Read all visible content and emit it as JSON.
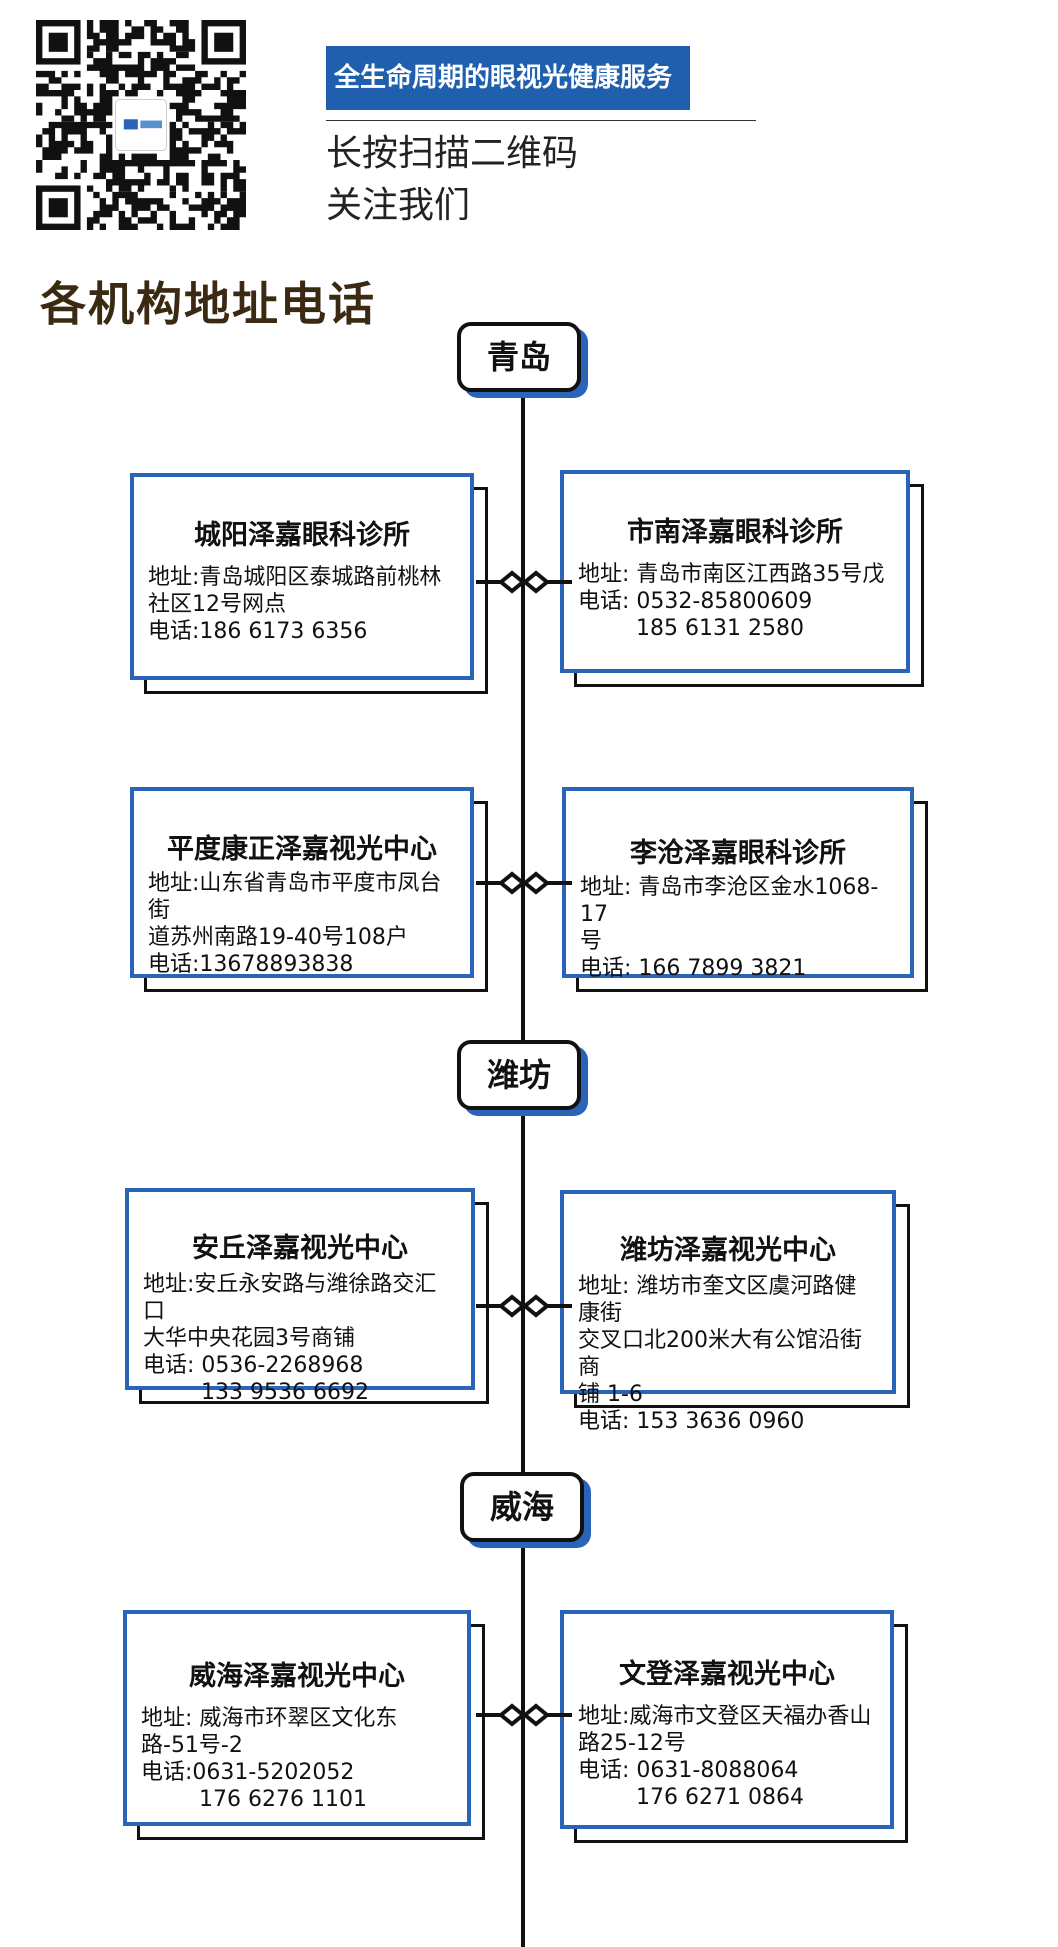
{
  "header": {
    "banner": "全生命周期的眼视光健康服务",
    "scan_line1": "长按扫描二维码",
    "scan_line2": "关注我们",
    "section_title": "各机构地址电话"
  },
  "cities": [
    "青岛",
    "潍坊",
    "威海"
  ],
  "clinics": [
    {
      "name": "城阳泽嘉眼科诊所",
      "lines": [
        "地址:青岛城阳区泰城路前桃林",
        "社区12号网点",
        "电话:186 6173 6356"
      ],
      "extra": ""
    },
    {
      "name": "市南泽嘉眼科诊所",
      "lines": [
        "地址: 青岛市南区江西路35号戊",
        "电话: 0532-85800609"
      ],
      "extra": "185 6131 2580"
    },
    {
      "name": "平度康正泽嘉视光中心",
      "lines": [
        "地址:山东省青岛市平度市凤台街",
        "道苏州南路19-40号108户",
        "电话:13678893838"
      ],
      "extra": ""
    },
    {
      "name": "李沧泽嘉眼科诊所",
      "lines": [
        "地址: 青岛市李沧区金水1068-17",
        "号",
        "电话: 166 7899 3821"
      ],
      "extra": ""
    },
    {
      "name": "安丘泽嘉视光中心",
      "lines": [
        "地址:安丘永安路与潍徐路交汇口",
        "大华中央花园3号商铺",
        "电话: 0536-2268968"
      ],
      "extra": "133 9536 6692"
    },
    {
      "name": "潍坊泽嘉视光中心",
      "lines": [
        "地址: 潍坊市奎文区虞河路健康街",
        "交叉口北200米大有公馆沿街商",
        "铺 1-6",
        "电话: 153 3636 0960"
      ],
      "extra": ""
    },
    {
      "name": "威海泽嘉视光中心",
      "lines": [
        "地址: 威海市环翠区文化东",
        "路-51号-2",
        "电话:0631-5202052"
      ],
      "extra": "176 6276 1101"
    },
    {
      "name": "文登泽嘉视光中心",
      "lines": [
        "地址:威海市文登区天福办香山",
        "路25-12号",
        "电话: 0631-8088064"
      ],
      "extra": "176 6271 0864"
    }
  ]
}
